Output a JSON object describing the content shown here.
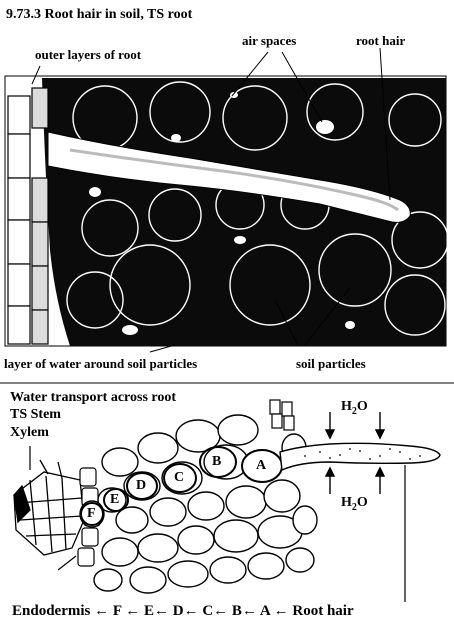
{
  "top_figure": {
    "title": "9.73.3   Root hair in soil, TS root",
    "labels": {
      "outer_layers": "outer layers of root",
      "air_spaces": "air spaces",
      "root_hair": "root hair",
      "water_layer": "layer of water around soil  particles",
      "soil_particles": "soil particles"
    }
  },
  "bottom_figure": {
    "labels": {
      "water_transport": "Water transport across root",
      "ts_stem": "TS Stem",
      "xylem": "Xylem",
      "h2o_top": "H",
      "h2o_top_sub": "2",
      "h2o_top_o": "O",
      "h2o_bottom": "H",
      "h2o_bottom_sub": "2",
      "h2o_bottom_o": "O",
      "root_hair": "Root hair",
      "endodermis": "Endodermis"
    },
    "cell_letters": [
      "A",
      "B",
      "C",
      "D",
      "E",
      "F"
    ],
    "pathway": [
      "Endodermis",
      "F",
      "E",
      "D",
      "C",
      "B",
      "A",
      "Root hair"
    ],
    "arrow_glyph": "←"
  }
}
